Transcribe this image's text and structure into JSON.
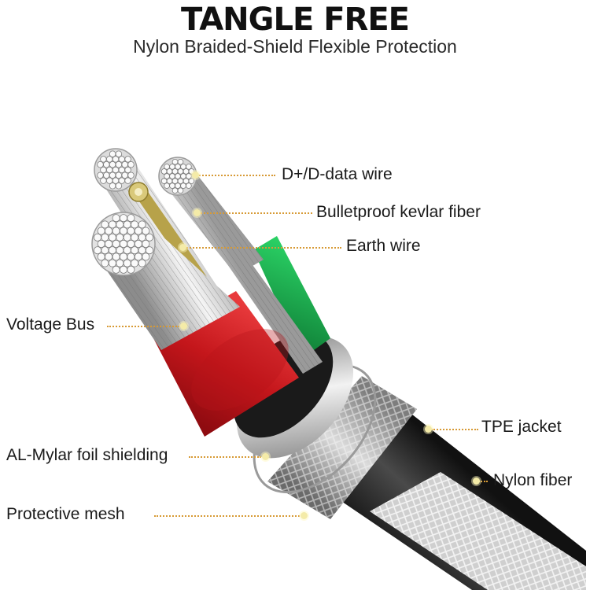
{
  "header": {
    "title": "TANGLE FREE",
    "subtitle": "Nylon Braided-Shield Flexible Protection"
  },
  "callouts": [
    {
      "id": "data-wire",
      "label": "D+/D-data wire"
    },
    {
      "id": "kevlar",
      "label": "Bulletproof kevlar fiber"
    },
    {
      "id": "earth",
      "label": "Earth wire"
    },
    {
      "id": "voltage",
      "label": "Voltage Bus"
    },
    {
      "id": "tpe",
      "label": "TPE jacket"
    },
    {
      "id": "foil",
      "label": "AL-Mylar foil shielding"
    },
    {
      "id": "nylon",
      "label": "Nylon fiber"
    },
    {
      "id": "mesh",
      "label": "Protective mesh"
    }
  ],
  "colors": {
    "red_insulation": "#d42024",
    "green_insulation": "#1fa94b",
    "jacket": "#2b2b2b",
    "leader": "#d79a35"
  }
}
